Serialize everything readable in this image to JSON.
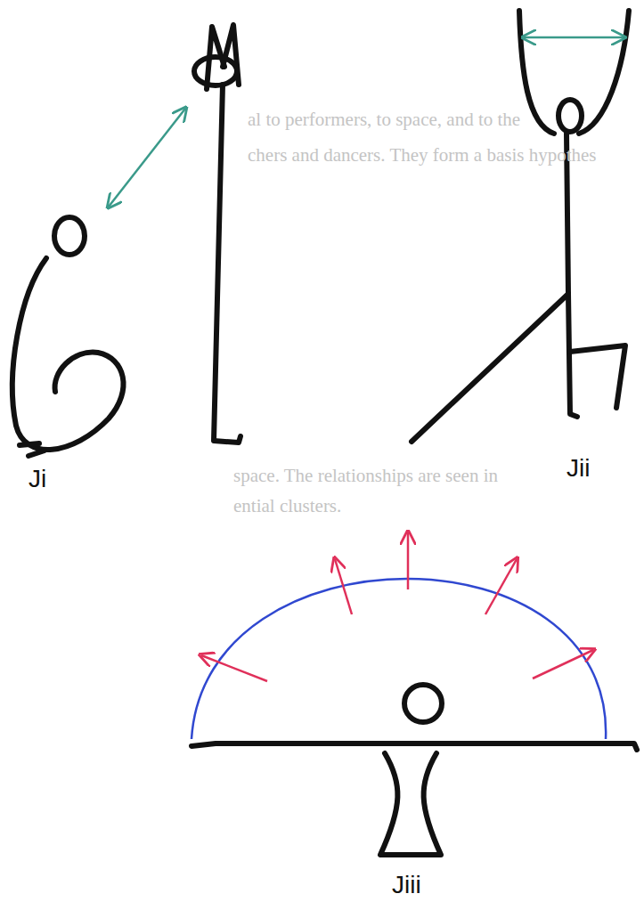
{
  "diagram": {
    "labels": [
      "al to performers, to space, and to the",
      "chers and dancers.  They form a basis hypothes",
      "space.  The relationships are seen in",
      "ential clusters.",
      "Ji",
      "Jii",
      "Jiii"
    ]
  }
}
